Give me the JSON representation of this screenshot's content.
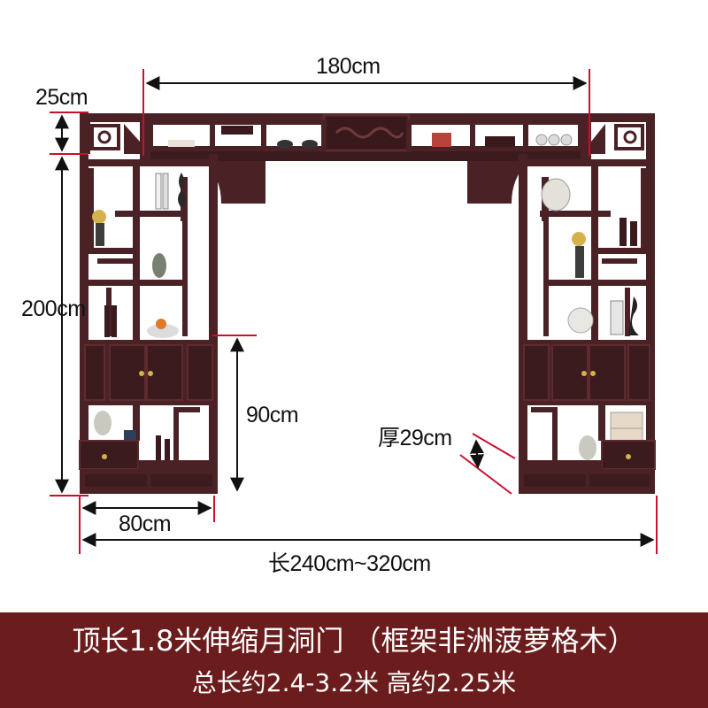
{
  "colors": {
    "wood": "#4a2226",
    "wood_dark": "#2e1416",
    "accent_red": "#c8102e",
    "banner": "#6b1c1c"
  },
  "dimensions": {
    "top_length": "180cm",
    "top_height": "25cm",
    "side_height": "200cm",
    "cabinet_height": "90cm",
    "depth": "厚29cm",
    "cabinet_width": "80cm",
    "total_length": "长240cm~320cm"
  },
  "banner": {
    "line1": "顶长1.8米伸缩月洞门 （框架非洲菠萝格木）",
    "line2": "总长约2.4-3.2米  高约2.25米"
  }
}
